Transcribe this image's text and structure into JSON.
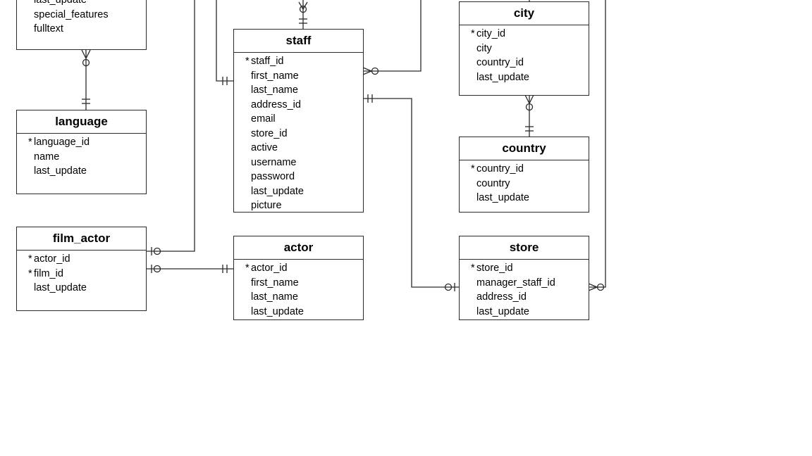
{
  "entities": {
    "film_fragment": {
      "columns": [
        "last_update",
        "special_features",
        "fulltext"
      ]
    },
    "language": {
      "name": "language",
      "columns": [
        {
          "key": "*",
          "name": "language_id"
        },
        {
          "key": "",
          "name": "name"
        },
        {
          "key": "",
          "name": "last_update"
        }
      ]
    },
    "film_actor": {
      "name": "film_actor",
      "columns": [
        {
          "key": "*",
          "name": "actor_id"
        },
        {
          "key": "*",
          "name": "film_id"
        },
        {
          "key": "",
          "name": "last_update"
        }
      ]
    },
    "staff": {
      "name": "staff",
      "columns": [
        {
          "key": "*",
          "name": "staff_id"
        },
        {
          "key": "",
          "name": "first_name"
        },
        {
          "key": "",
          "name": "last_name"
        },
        {
          "key": "",
          "name": "address_id"
        },
        {
          "key": "",
          "name": "email"
        },
        {
          "key": "",
          "name": "store_id"
        },
        {
          "key": "",
          "name": "active"
        },
        {
          "key": "",
          "name": "username"
        },
        {
          "key": "",
          "name": "password"
        },
        {
          "key": "",
          "name": "last_update"
        },
        {
          "key": "",
          "name": "picture"
        }
      ]
    },
    "actor": {
      "name": "actor",
      "columns": [
        {
          "key": "*",
          "name": "actor_id"
        },
        {
          "key": "",
          "name": "first_name"
        },
        {
          "key": "",
          "name": "last_name"
        },
        {
          "key": "",
          "name": "last_update"
        }
      ]
    },
    "city": {
      "name": "city",
      "columns": [
        {
          "key": "*",
          "name": "city_id"
        },
        {
          "key": "",
          "name": "city"
        },
        {
          "key": "",
          "name": "country_id"
        },
        {
          "key": "",
          "name": "last_update"
        }
      ]
    },
    "country": {
      "name": "country",
      "columns": [
        {
          "key": "*",
          "name": "country_id"
        },
        {
          "key": "",
          "name": "country"
        },
        {
          "key": "",
          "name": "last_update"
        }
      ]
    },
    "store": {
      "name": "store",
      "columns": [
        {
          "key": "*",
          "name": "store_id"
        },
        {
          "key": "",
          "name": "manager_staff_id"
        },
        {
          "key": "",
          "name": "address_id"
        },
        {
          "key": "",
          "name": "last_update"
        }
      ]
    }
  }
}
